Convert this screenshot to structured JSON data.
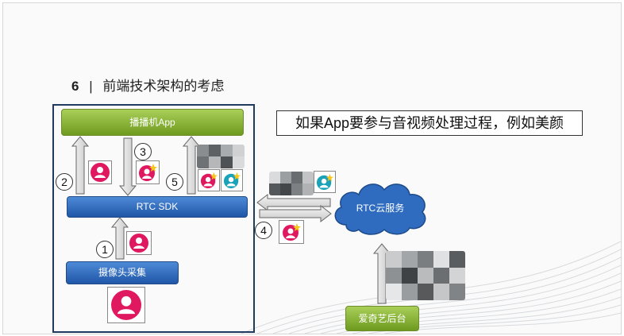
{
  "slide": {
    "title_number": "6",
    "title_separator": "|",
    "title_text": "前端技术架构的考虑",
    "note": "如果App要参与音视频处理过程，例如美颜"
  },
  "nodes": {
    "player_app": "播播机App",
    "rtc_sdk": "RTC SDK",
    "camera_capture": "摄像头采集",
    "rtc_cloud": "RTC云服务",
    "iqiyi_backend": "爱奇艺后台"
  },
  "steps": [
    "1",
    "2",
    "3",
    "4",
    "5"
  ],
  "colors": {
    "frame_border": "#1f3a5f",
    "green_box": "#8bb63b",
    "blue_box": "#2f6cc0",
    "cloud": "#2f6cc0",
    "avatar_pink": "#e0185f",
    "avatar_teal": "#1aa3b8",
    "badge_star": "#f5c518"
  },
  "icons": {
    "camera_user": "user-avatar-icon",
    "beauty_user": "user-avatar-star-icon",
    "remote_user": "teal-user-star-icon",
    "blurred_video": "pixelated-video-thumbnail"
  }
}
